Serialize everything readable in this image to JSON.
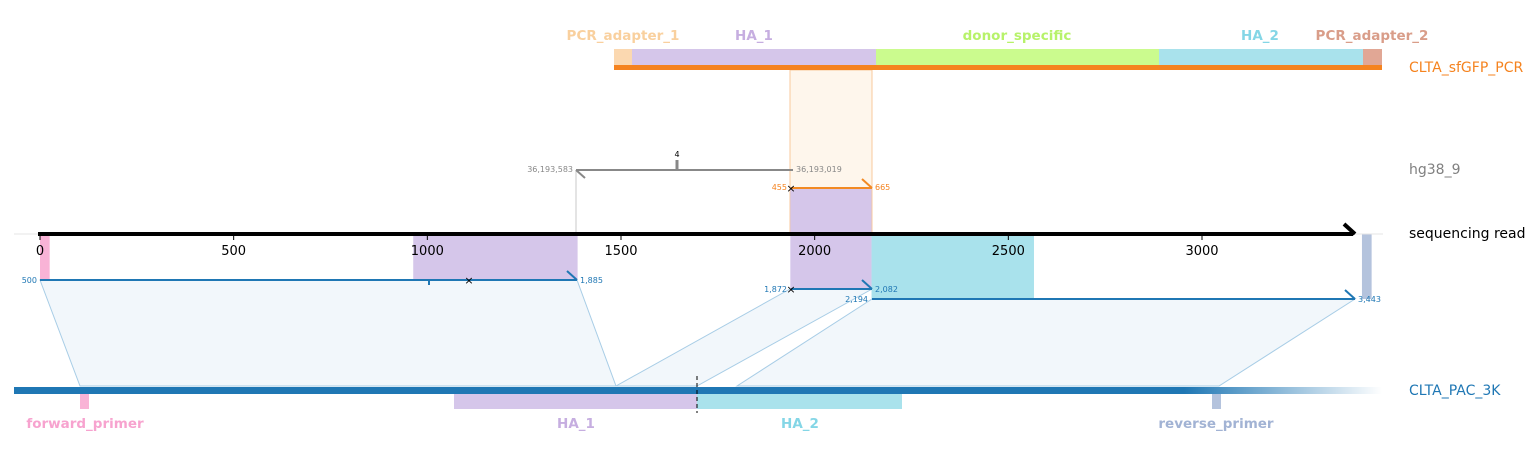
{
  "reference_labels": {
    "pcr": "CLTA_sfGFP_PCR",
    "genome": "hg38_9",
    "read": "sequencing read",
    "pac": "CLTA_PAC_3K"
  },
  "pcr_features": [
    {
      "name": "PCR_adapter_1",
      "start": 1500,
      "end": 1545,
      "color": "#fbd8b0",
      "label_color": "#f9d09e"
    },
    {
      "name": "HA_1",
      "start": 1545,
      "end": 2175,
      "color": "#d5c6ea",
      "label_color": "#c6aee0"
    },
    {
      "name": "donor_specific",
      "start": 2175,
      "end": 2905,
      "color": "#cbfb8e",
      "label_color": "#b7f26a"
    },
    {
      "name": "HA_2",
      "start": 2905,
      "end": 3430,
      "color": "#a9e2ec",
      "label_color": "#84d6e6"
    },
    {
      "name": "PCR_adapter_2",
      "start": 3430,
      "end": 3480,
      "color": "#e1a795",
      "label_color": "#d99d89"
    }
  ],
  "pac_features": [
    {
      "name": "forward_primer",
      "label_color": "#f7a3cf",
      "color": "#f9b3d6"
    },
    {
      "name": "HA_1",
      "label_color": "#c6aee0",
      "color": "#d5c6ea"
    },
    {
      "name": "HA_2",
      "label_color": "#84d6e6",
      "color": "#a9e2ec"
    },
    {
      "name": "reverse_primer",
      "label_color": "#a2b3d4",
      "color": "#b4c3dd"
    }
  ],
  "read_axis": {
    "min": 0,
    "max": 3443,
    "ticks": [
      "0",
      "500",
      "1000",
      "1500",
      "2000",
      "2500",
      "3000"
    ]
  },
  "read_regions": [
    {
      "kind": "forward_primer",
      "start": 0,
      "end": 25,
      "color": "#f9b3d6"
    },
    {
      "kind": "HA_1",
      "start": 965,
      "end": 1390,
      "color": "#d5c6ea"
    },
    {
      "kind": "HA_1",
      "start": 1940,
      "end": 2150,
      "color": "#d5c6ea"
    },
    {
      "kind": "HA_2",
      "start": 2150,
      "end": 2570,
      "color": "#a9e2ec"
    },
    {
      "kind": "reverse_primer",
      "start": 3418,
      "end": 3443,
      "color": "#b4c3dd"
    }
  ],
  "alignments": {
    "genome": {
      "left_label": "36,193,583",
      "right_label": "36,193,019",
      "gap_label": "4",
      "read_start": 1390,
      "read_end": 1940,
      "color": "#888888"
    },
    "pcr": {
      "left_label": "455",
      "right_label": "665",
      "read_start": 1940,
      "read_end": 2150,
      "color": "#f28a24"
    },
    "pac": [
      {
        "left_label": "500",
        "right_label": "1,885",
        "read_start": 0,
        "read_end": 1390
      },
      {
        "left_label": "1,872",
        "right_label": "2,082",
        "read_start": 1940,
        "read_end": 2150
      },
      {
        "left_label": "2,194",
        "right_label": "3,443",
        "read_start": 2150,
        "read_end": 3443
      }
    ]
  },
  "colors": {
    "pcr_line": "#f5831f",
    "pac_line": "#1f77b4",
    "read_line": "#000000",
    "genome": "#808080",
    "pac_text": "#1f77b4",
    "pcr_text": "#f5831f",
    "mismatch": "#000000"
  }
}
